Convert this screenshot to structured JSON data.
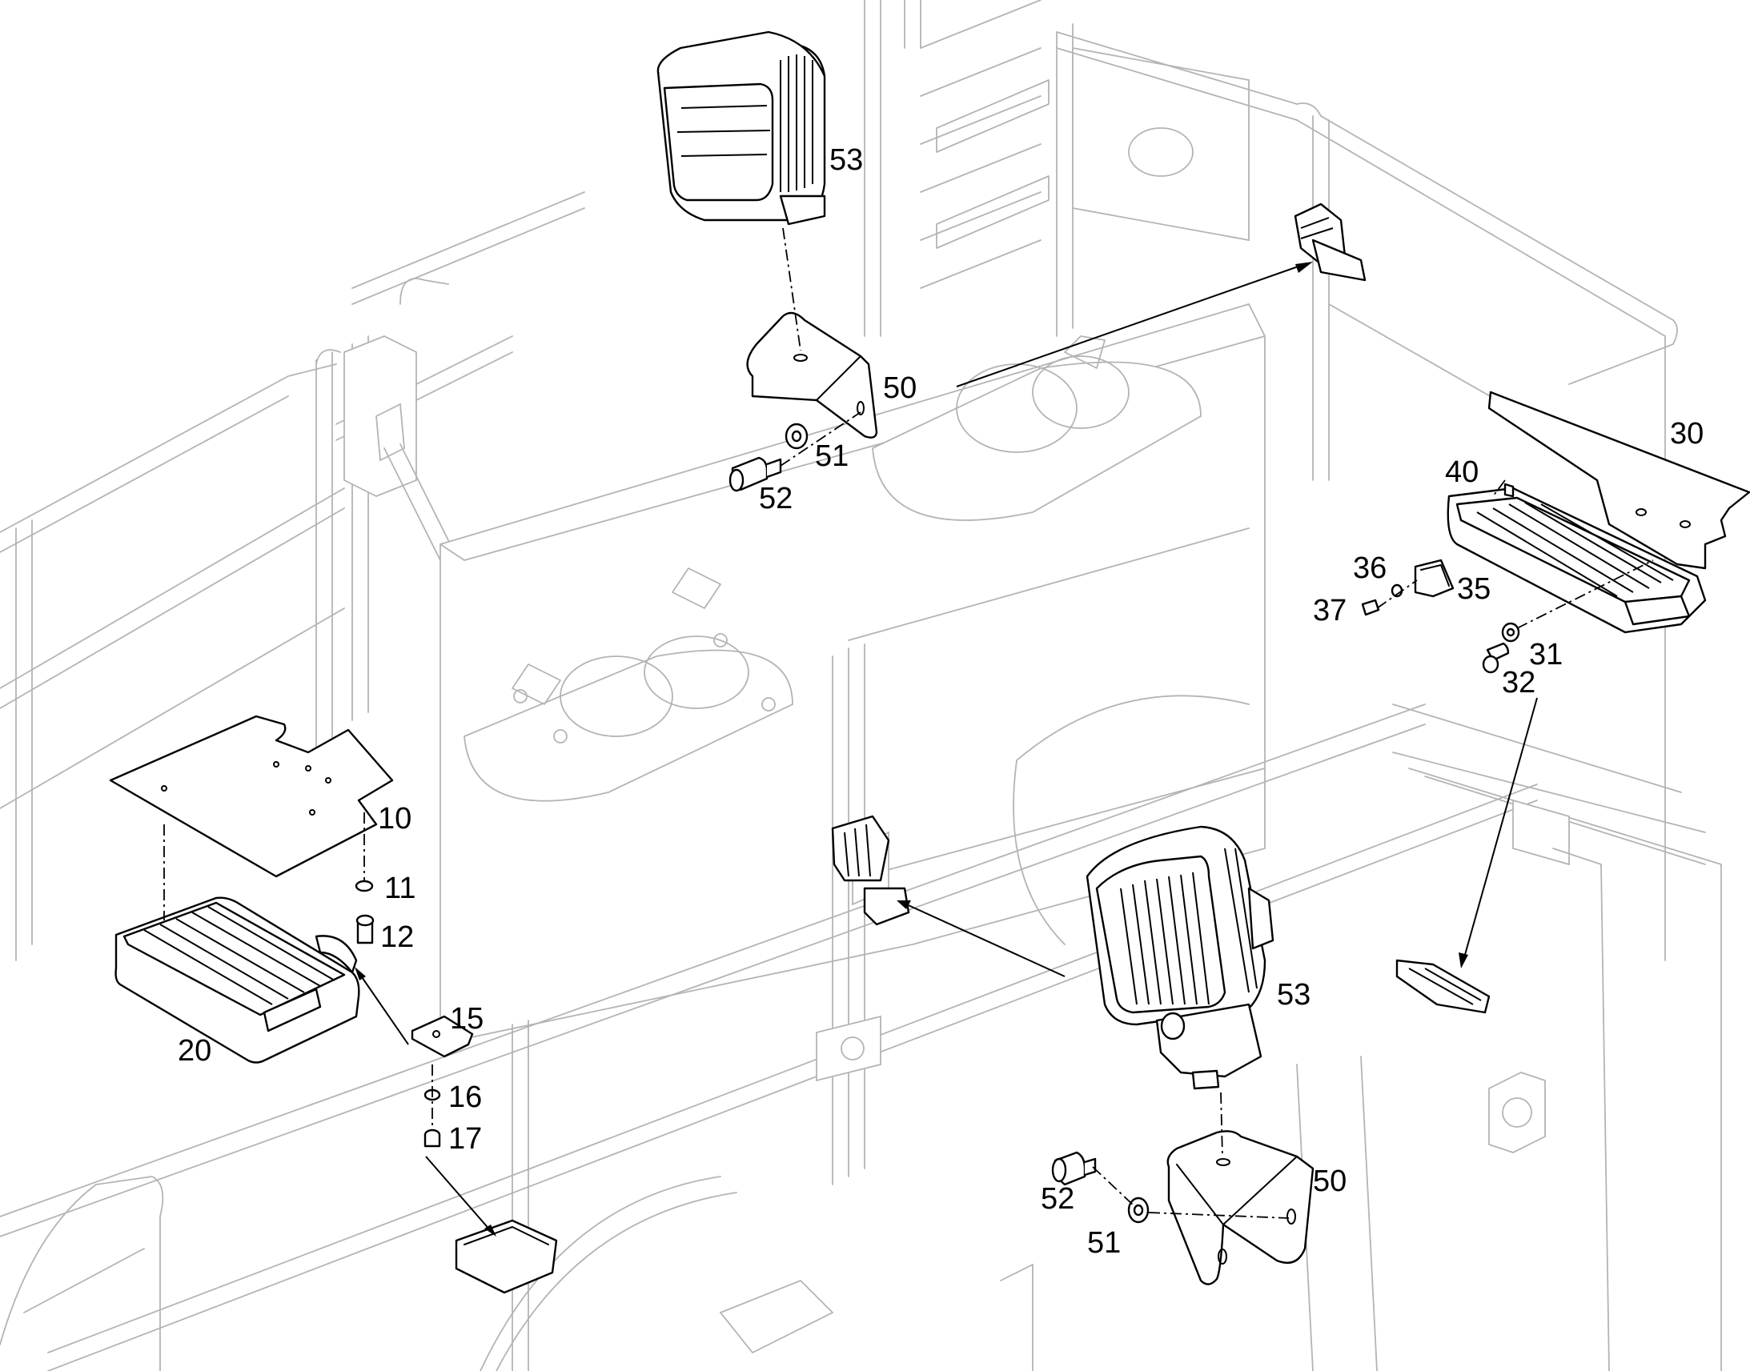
{
  "diagram": {
    "type": "exploded parts illustration",
    "callouts": [
      {
        "id": "c53a",
        "label": "53",
        "part": "work lamp"
      },
      {
        "id": "c50a",
        "label": "50",
        "part": "mounting bracket"
      },
      {
        "id": "c51a",
        "label": "51",
        "part": "washer"
      },
      {
        "id": "c52a",
        "label": "52",
        "part": "screw"
      },
      {
        "id": "c30",
        "label": "30",
        "part": "mounting plate"
      },
      {
        "id": "c40",
        "label": "40",
        "part": "lamp"
      },
      {
        "id": "c36",
        "label": "36",
        "part": "washer"
      },
      {
        "id": "c35",
        "label": "35",
        "part": "clip"
      },
      {
        "id": "c37",
        "label": "37",
        "part": "screw"
      },
      {
        "id": "c31",
        "label": "31",
        "part": "washer"
      },
      {
        "id": "c32",
        "label": "32",
        "part": "screw"
      },
      {
        "id": "c10",
        "label": "10",
        "part": "mounting plate"
      },
      {
        "id": "c11",
        "label": "11",
        "part": "washer"
      },
      {
        "id": "c12",
        "label": "12",
        "part": "screw"
      },
      {
        "id": "c20",
        "label": "20",
        "part": "lamp"
      },
      {
        "id": "c15",
        "label": "15",
        "part": "clip"
      },
      {
        "id": "c16",
        "label": "16",
        "part": "washer"
      },
      {
        "id": "c17",
        "label": "17",
        "part": "screw"
      },
      {
        "id": "c53b",
        "label": "53",
        "part": "work lamp"
      },
      {
        "id": "c50b",
        "label": "50",
        "part": "mounting bracket"
      },
      {
        "id": "c52b",
        "label": "52",
        "part": "screw"
      },
      {
        "id": "c51b",
        "label": "51",
        "part": "washer"
      }
    ]
  }
}
